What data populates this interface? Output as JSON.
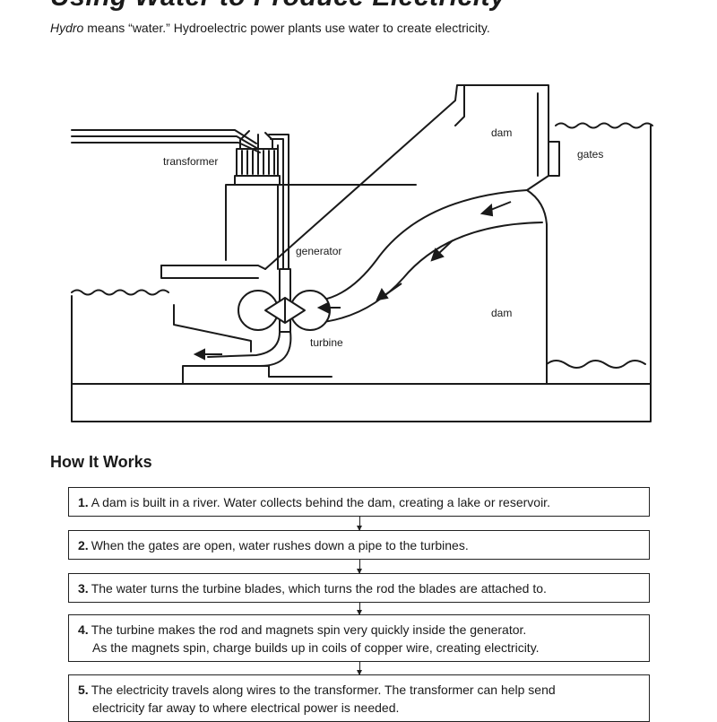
{
  "page": {
    "title": "Using Water to Produce Electricity",
    "intro_emphasis": "Hydro",
    "intro_rest": " means “water.” Hydroelectric power plants use water to create electricity."
  },
  "diagram": {
    "labels": {
      "dam_top": "dam",
      "gates": "gates",
      "transformer": "transformer",
      "generator": "generator",
      "dam_bottom": "dam",
      "turbine": "turbine"
    }
  },
  "how_it_works": {
    "heading": "How It Works",
    "steps": [
      {
        "num": "1.",
        "text": "A dam is built in a river. Water collects behind the dam, creating a lake or reservoir.",
        "text2": ""
      },
      {
        "num": "2.",
        "text": "When the gates are open, water rushes down a pipe to the turbines.",
        "text2": ""
      },
      {
        "num": "3.",
        "text": "The water turns the turbine blades, which turns the rod the blades are attached to.",
        "text2": ""
      },
      {
        "num": "4.",
        "text": "The turbine makes the rod and magnets spin very quickly inside the generator.",
        "text2": "As the magnets spin, charge builds up in coils of copper wire, creating electricity."
      },
      {
        "num": "5.",
        "text": "The electricity travels along wires to the transformer. The transformer can help send",
        "text2": "electricity far away to where electrical power is needed."
      }
    ]
  }
}
